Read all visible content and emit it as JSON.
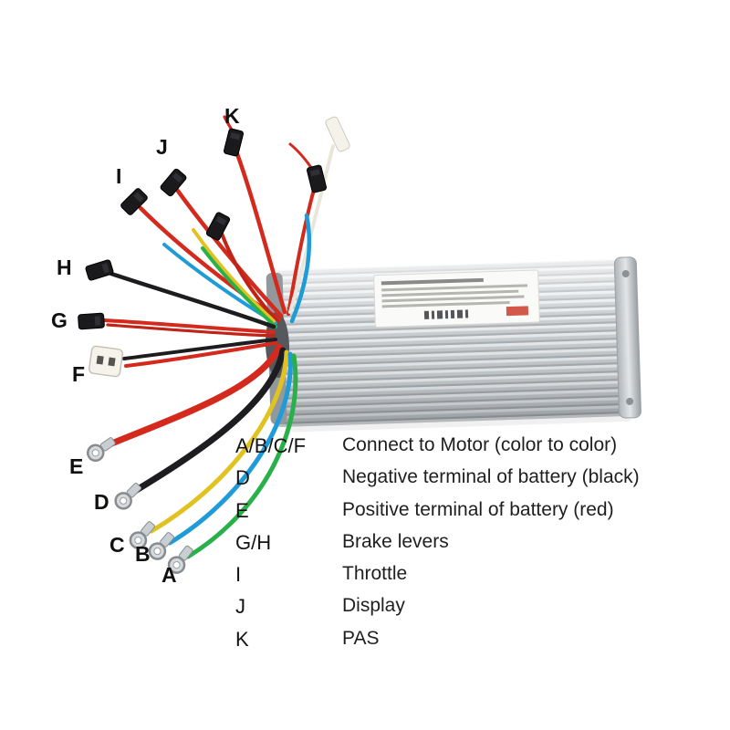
{
  "page": {
    "background": "#ffffff",
    "subject": "E-bike brushless motor controller wiring diagram"
  },
  "markers": {
    "A": "A",
    "B": "B",
    "C": "C",
    "D": "D",
    "E": "E",
    "F": "F",
    "G": "G",
    "H": "H",
    "I": "I",
    "J": "J",
    "K": "K"
  },
  "legend": {
    "rows": [
      {
        "key": "A/B/C/F",
        "description": "Connect to Motor (color to color)"
      },
      {
        "key": "D",
        "description": "Negative terminal of battery (black)"
      },
      {
        "key": "E",
        "description": "Positive terminal of battery (red)"
      },
      {
        "key": "G/H",
        "description": "Brake levers"
      },
      {
        "key": "I",
        "description": "Throttle"
      },
      {
        "key": "J",
        "description": "Display"
      },
      {
        "key": "K",
        "description": "PAS"
      }
    ]
  },
  "wire_colors": {
    "red": "#d42a1e",
    "dark_red": "#c02318",
    "black": "#1d1d1f",
    "blue": "#1f9cd8",
    "yellow": "#e0c320",
    "green": "#2ab04a",
    "white": "#e9e6db"
  },
  "controller": {
    "body_color": "#c7cbce",
    "end_cap_color": "#dfe2e4",
    "sticker_color": "#fafaf8",
    "sticker_logo_color": "#d2584a"
  }
}
